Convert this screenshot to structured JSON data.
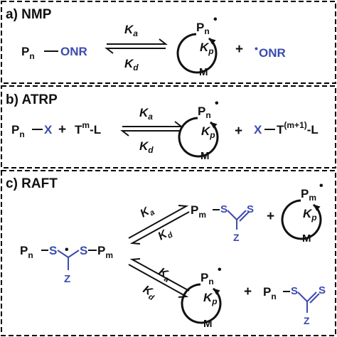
{
  "colors": {
    "black": "#111111",
    "blue": "#3b4bb0",
    "frame": "#000000"
  },
  "panels": [
    {
      "heading": "a) NMP",
      "reactant": {
        "p": "P",
        "sub": "n",
        "group": "ONR"
      },
      "k_forward": {
        "k": "K",
        "sub": "a"
      },
      "k_reverse": {
        "k": "K",
        "sub": "d"
      },
      "radical": {
        "p": "P",
        "sub": "n",
        "dot": "•",
        "kp": "K",
        "kp_sub": "p",
        "monomer": "M"
      },
      "plus": "+",
      "product": {
        "dot": "•",
        "group": "ONR"
      }
    },
    {
      "heading": "b) ATRP",
      "reactant": {
        "p": "P",
        "sub": "n",
        "x": "X",
        "plus": "+",
        "t": "T",
        "t_sup": "m",
        "l": "-L"
      },
      "k_forward": {
        "k": "K",
        "sub": "a"
      },
      "k_reverse": {
        "k": "K",
        "sub": "d"
      },
      "radical": {
        "p": "P",
        "sub": "n",
        "dot": "•",
        "kp": "K",
        "kp_sub": "p",
        "monomer": "M"
      },
      "plus": "+",
      "product": {
        "x": "X",
        "t": "T",
        "t_sup": "(m+1)",
        "l": "-L"
      }
    },
    {
      "heading": "c) RAFT",
      "center": {
        "pn": "P",
        "pn_sub": "n",
        "s1": "S",
        "s2": "S",
        "z": "Z",
        "pm": "P",
        "pm_sub": "m",
        "dot": "•"
      },
      "upper": {
        "k_forward": {
          "k": "K",
          "sub": "a"
        },
        "k_reverse": {
          "k": "K",
          "sub": "d"
        },
        "raft_agent": {
          "p": "P",
          "sub": "m",
          "s1": "S",
          "s2": "S",
          "z": "Z"
        },
        "plus": "+",
        "radical": {
          "p": "P",
          "sub": "m",
          "dot": "•",
          "kp": "K",
          "kp_sub": "p",
          "monomer": "M"
        }
      },
      "lower": {
        "k_forward": {
          "k": "K",
          "sub": "a"
        },
        "k_reverse": {
          "k": "K",
          "sub": "d"
        },
        "radical": {
          "p": "P",
          "sub": "n",
          "dot": "•",
          "kp": "K",
          "kp_sub": "p",
          "monomer": "M"
        },
        "plus": "+",
        "raft_agent": {
          "p": "P",
          "sub": "n",
          "s1": "S",
          "s2": "S",
          "z": "Z"
        }
      }
    }
  ]
}
